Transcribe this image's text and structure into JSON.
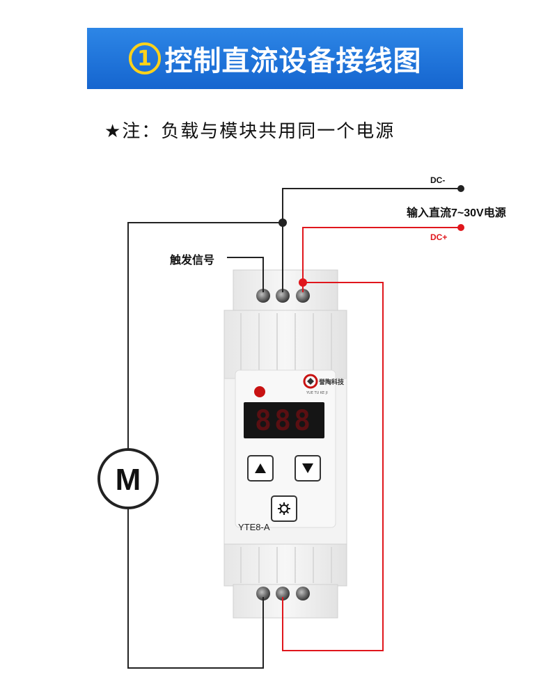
{
  "title": {
    "number": "1",
    "text": "控制直流设备接线图"
  },
  "note": "★注：负载与模块共用同一个电源",
  "labels": {
    "dc_minus": "DC-",
    "dc_plus": "DC+",
    "power_input": "输入直流7~30V电源",
    "trigger": "触发信号",
    "model": "YTE8-A",
    "brand": "誉陶科技",
    "brand_en": "YUE TU KE JI",
    "motor": "M"
  },
  "display": {
    "value": "888"
  },
  "colors": {
    "title_bg": "#1a6fd6",
    "title_number": "#ffd21a",
    "wire_black": "#222222",
    "wire_red": "#e0161c",
    "device_body": "#f1f1f1"
  }
}
